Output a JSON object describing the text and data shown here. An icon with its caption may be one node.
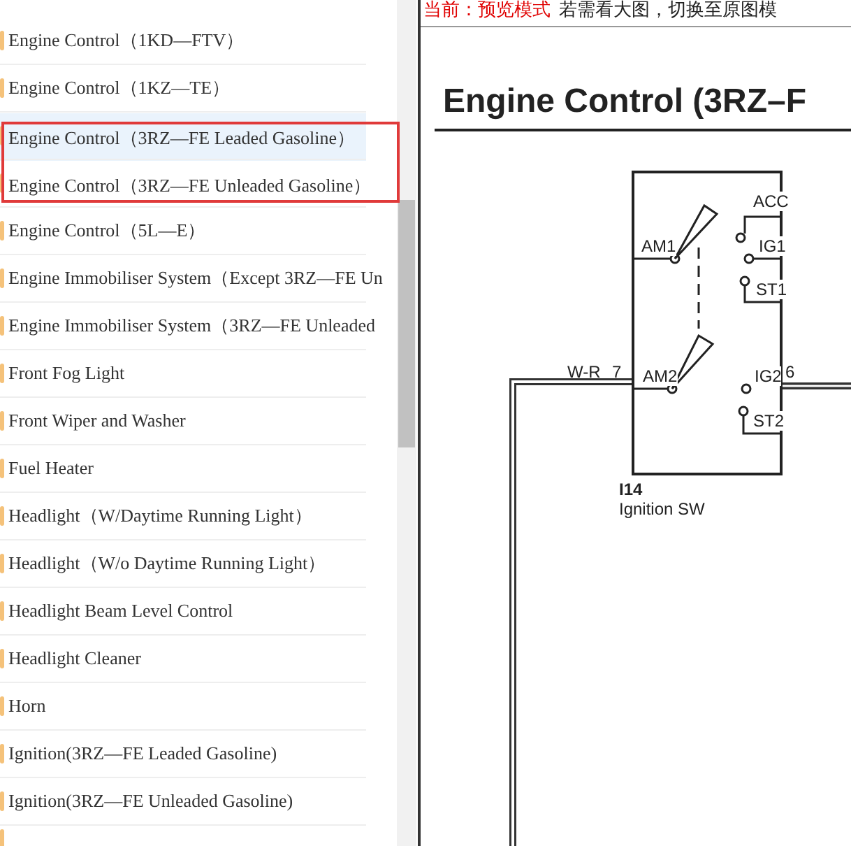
{
  "diagram": {
    "title": "Engine Control (3RZ–F",
    "nodes": [
      {
        "text": [
          "Engine Control（3RZ—FE Leaded Gasoline）",
          "Engine Control（3RZ—FE Unleaded Gasoline）"
        ]
      },
      {
        "text": [
          "ACC",
          "AM1",
          "IG1",
          "ST1",
          "AM2",
          "IG2",
          "ST2"
        ],
        "beside": [
          "I14",
          "Ignition SW"
        ]
      }
    ],
    "labels": [
      "Engine Control（1KD—FTV）",
      "Engine Control（1KZ—TE）",
      "Engine Control（5L—E）",
      "Engine Immobiliser System（Except 3RZ—FE Un",
      "Engine Immobiliser System（3RZ—FE Unleaded",
      "Front Fog Light",
      "Front Wiper and Washer",
      "Fuel Heater",
      "Headlight（W/Daytime Running Light）",
      "Headlight（W/o Daytime Running Light）",
      "Headlight Beam Level Control",
      "Headlight Cleaner",
      "Horn",
      "Ignition(3RZ—FE Leaded Gasoline)",
      "Ignition(3RZ—FE Unleaded Gasoline)",
      "当前：预览模式",
      "若需看大图，切换至原图模",
      "W-R",
      "7",
      "6"
    ]
  }
}
